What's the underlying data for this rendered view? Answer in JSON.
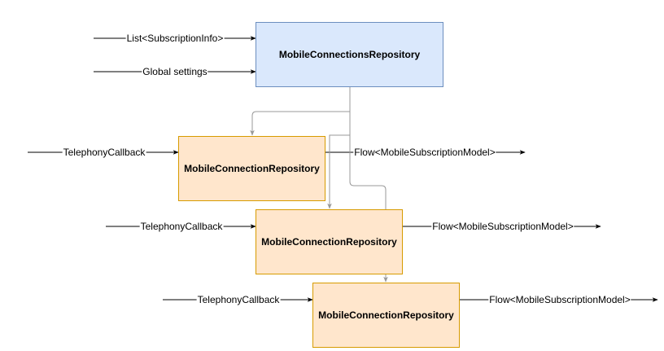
{
  "colors": {
    "blue_fill": "#dae8fc",
    "blue_stroke": "#6c8ebf",
    "orange_fill": "#ffe6cc",
    "orange_stroke": "#d79b00",
    "connector": "#999999",
    "arrow": "#000000"
  },
  "nodes": {
    "connections_repo": "MobileConnectionsRepository",
    "connection_repo_1": "MobileConnectionRepository",
    "connection_repo_2": "MobileConnectionRepository",
    "connection_repo_3": "MobileConnectionRepository"
  },
  "inputs": {
    "subscription_info": "List<SubscriptionInfo>",
    "global_settings": "Global settings",
    "callback_1": "TelephonyCallback",
    "callback_2": "TelephonyCallback",
    "callback_3": "TelephonyCallback"
  },
  "outputs": {
    "flow_1": "Flow<MobileSubscriptionModel>",
    "flow_2": "Flow<MobileSubscriptionModel>",
    "flow_3": "Flow<MobileSubscriptionModel>"
  }
}
